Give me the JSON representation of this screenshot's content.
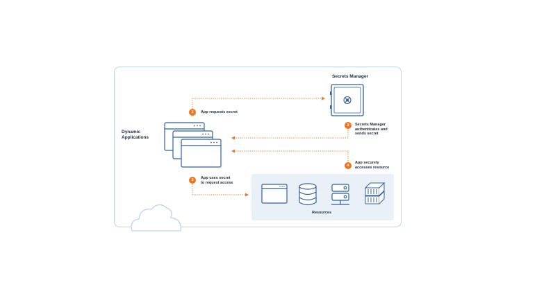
{
  "diagram": {
    "secrets_manager_label": "Secrets Manager",
    "dynamic_apps_label": "Dynamic\nApplications",
    "resources_label": "Resources",
    "steps": [
      {
        "number": "1",
        "text": "App requests secret"
      },
      {
        "number": "2",
        "text": "Secrets Manager\nauthenticates and\nsends secret"
      },
      {
        "number": "3",
        "text": "App uses secret\nto request access"
      },
      {
        "number": "4",
        "text": "App securely\naccesses resource"
      }
    ],
    "colors": {
      "accent": "#ee7421",
      "icon_stroke": "#2f5f9e",
      "frame": "#b9d3ec",
      "panel": "#e9f0f8"
    },
    "icons": [
      "vault-icon",
      "app-window-icon",
      "database-icon",
      "server-rack-icon",
      "server-cluster-icon",
      "cloud-icon"
    ]
  }
}
